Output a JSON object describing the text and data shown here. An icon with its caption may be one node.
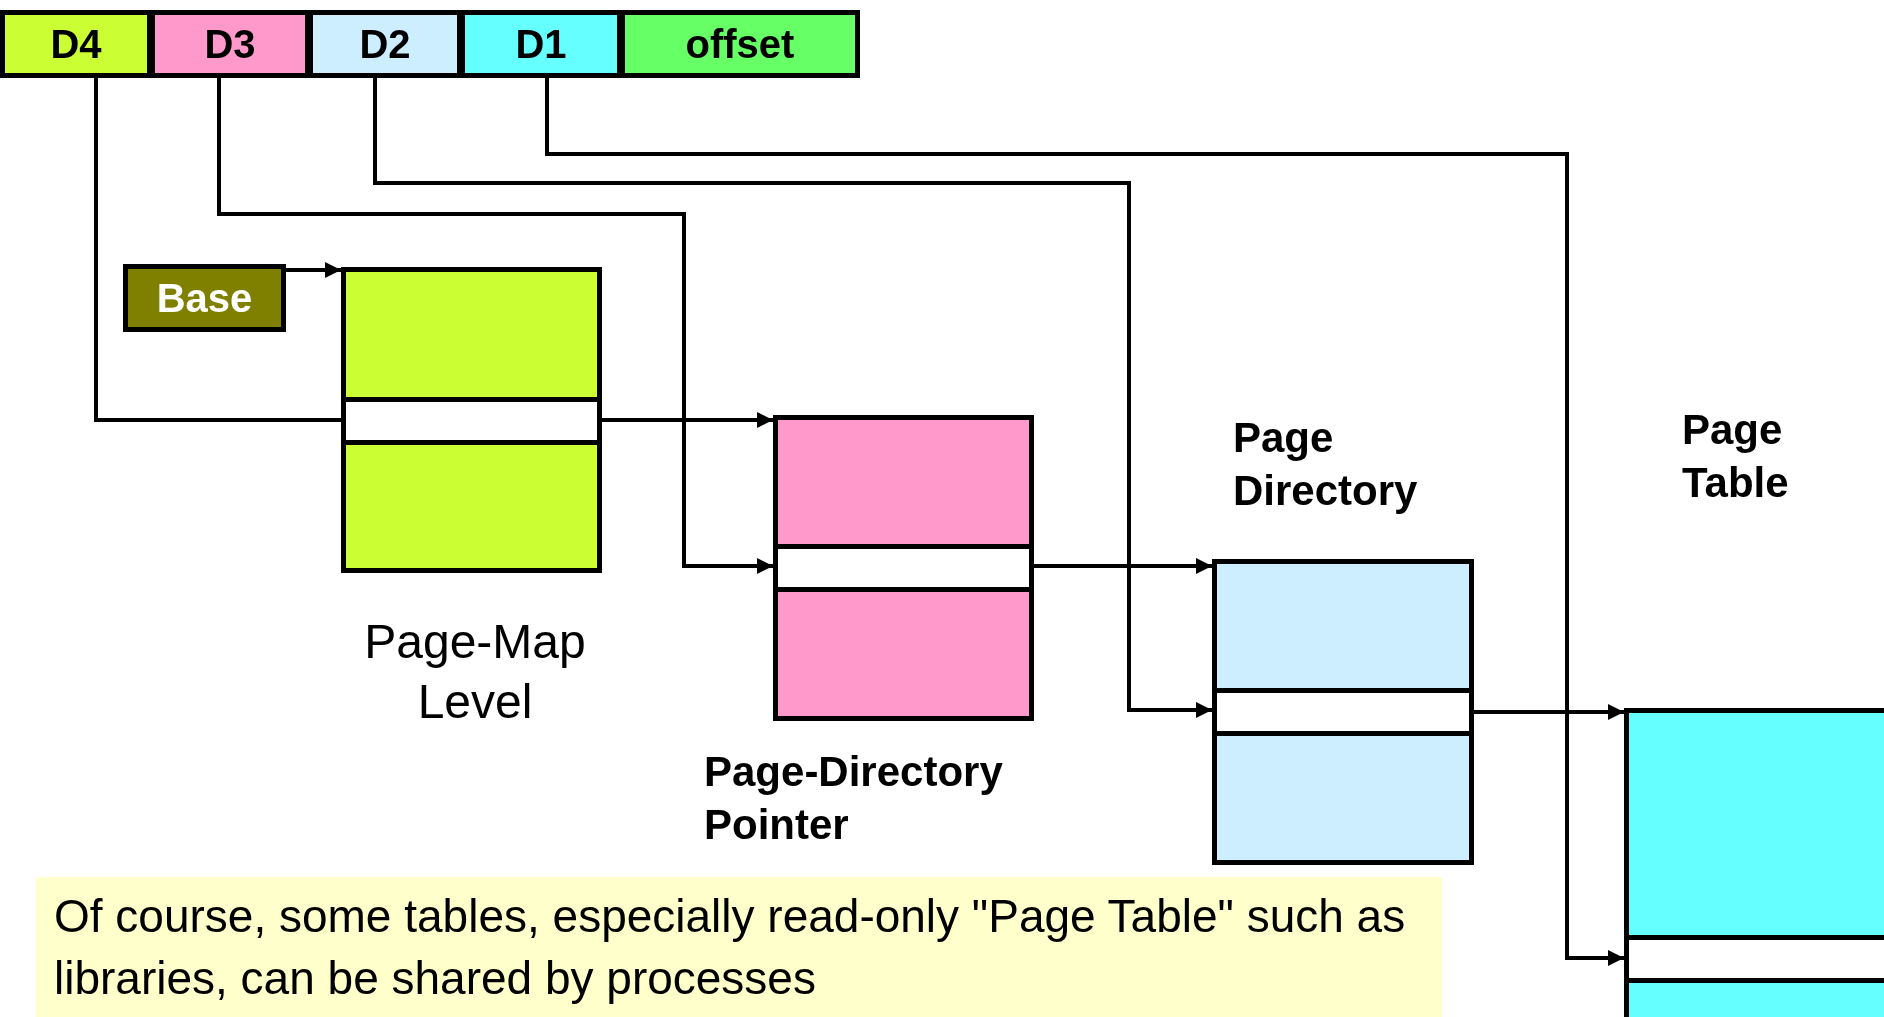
{
  "diagram": {
    "nodes": [
      {
        "text": [
          "D4"
        ]
      },
      {
        "text": [
          "D3"
        ]
      },
      {
        "text": [
          "D2"
        ]
      },
      {
        "text": [
          "D1"
        ]
      },
      {
        "text": [
          "offset"
        ]
      },
      {
        "text": [
          "Base"
        ]
      },
      {
        "text": [],
        "shape": "box",
        "beside": [
          "Page-Map Level"
        ]
      },
      {
        "text": [],
        "shape": "box",
        "in": 6
      },
      {
        "text": [],
        "shape": "box",
        "beside": [
          "Page-Directory Pointer"
        ]
      },
      {
        "text": [],
        "shape": "box",
        "in": 8
      },
      {
        "text": [],
        "shape": "box",
        "beside": [
          "Page Directory"
        ]
      },
      {
        "text": [],
        "shape": "box",
        "in": 10
      },
      {
        "text": [],
        "shape": "box"
      },
      {
        "text": [],
        "shape": "box",
        "in": 12
      },
      {
        "text": [
          "Of course, some tables, especially read-only \"Page Table\" such as libraries, can be shared by processes"
        ]
      }
    ],
    "edges": [
      {
        "from": 0,
        "to": 7,
        "arrow": "none"
      },
      {
        "from": 5,
        "to": 6,
        "arrow": "to"
      },
      {
        "from": 7,
        "to": 8,
        "arrow": "to"
      },
      {
        "from": 1,
        "to": 9,
        "arrow": "to"
      },
      {
        "from": 9,
        "to": 10,
        "arrow": "to"
      },
      {
        "from": 2,
        "to": 11,
        "arrow": "to"
      },
      {
        "from": 11,
        "to": 12,
        "arrow": "to"
      },
      {
        "from": 3,
        "to": 13,
        "arrow": "to"
      }
    ],
    "labels": [
      "Page Table"
    ]
  }
}
